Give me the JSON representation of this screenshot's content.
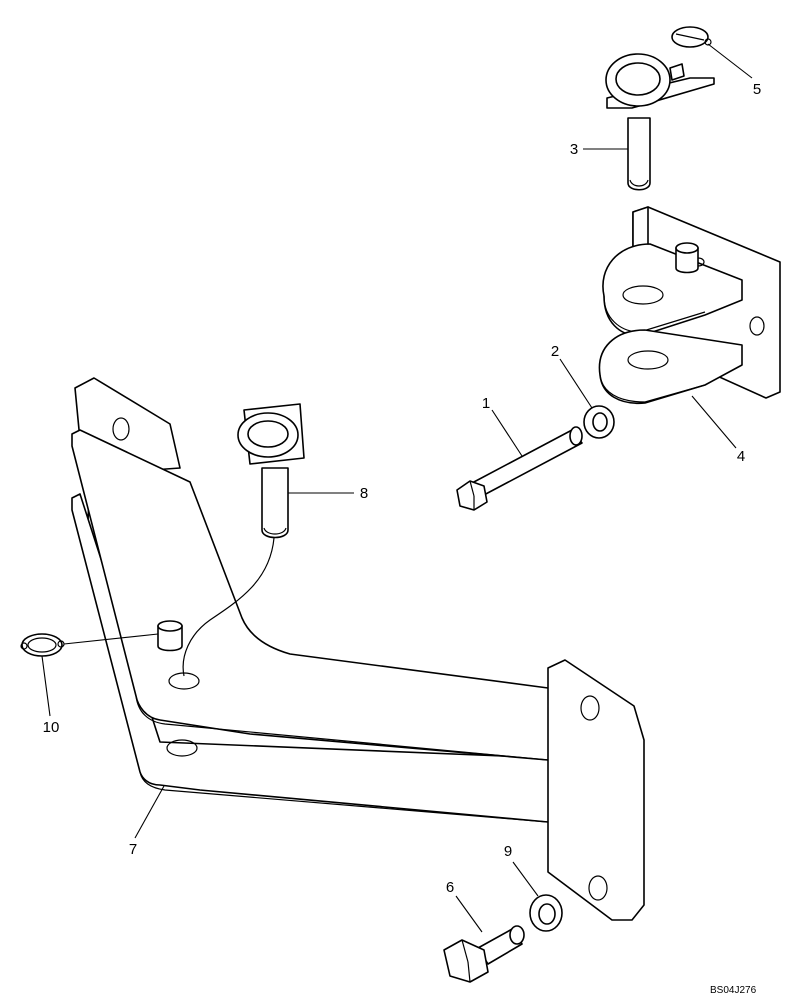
{
  "diagram": {
    "reference_code": "BS04J276",
    "callouts": [
      {
        "id": "callout-1",
        "label": "1"
      },
      {
        "id": "callout-2",
        "label": "2"
      },
      {
        "id": "callout-3",
        "label": "3"
      },
      {
        "id": "callout-4",
        "label": "4"
      },
      {
        "id": "callout-5",
        "label": "5"
      },
      {
        "id": "callout-6",
        "label": "6"
      },
      {
        "id": "callout-7",
        "label": "7"
      },
      {
        "id": "callout-8",
        "label": "8"
      },
      {
        "id": "callout-9",
        "label": "9"
      },
      {
        "id": "callout-10",
        "label": "10"
      }
    ]
  }
}
